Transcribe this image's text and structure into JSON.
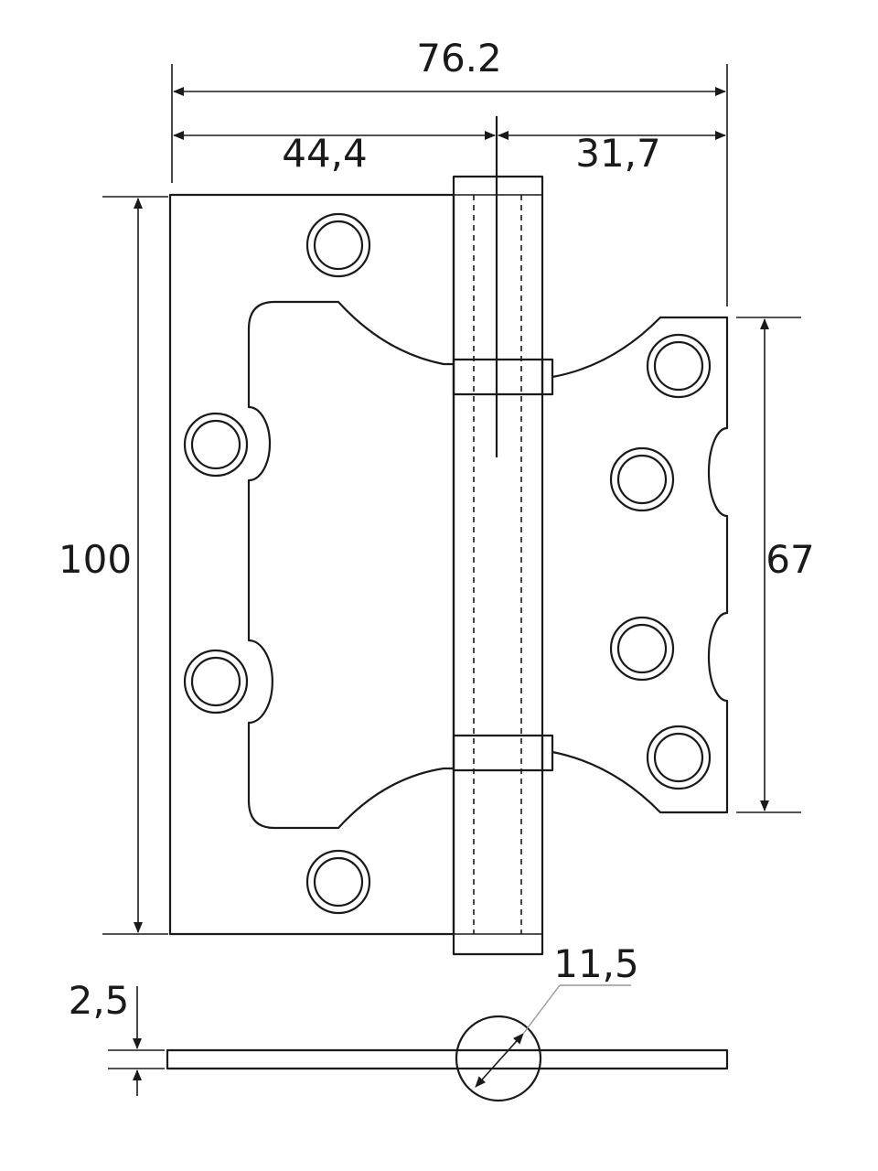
{
  "drawing": {
    "dimensions": {
      "overall_width": "76.2",
      "left_leaf_width": "44,4",
      "right_leaf_width": "31,7",
      "height": "100",
      "right_leaf_height": "67",
      "knuckle_diameter": "11,5",
      "thickness": "2,5"
    },
    "colors": {
      "line": "#1a1a1a",
      "leader": "#999999",
      "background": "#ffffff"
    }
  }
}
